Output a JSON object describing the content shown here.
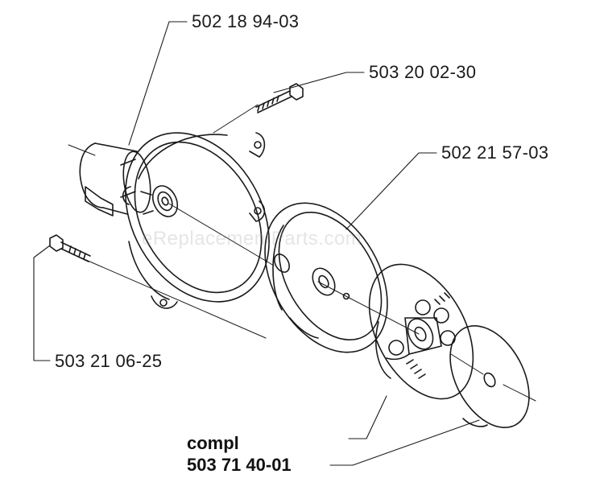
{
  "labels": {
    "housing": "502 18 94-03",
    "screw_top": "503 20 02-30",
    "clutch_drum": "502 21 57-03",
    "screw_left": "503 21 06-25"
  },
  "assembly": {
    "line1": "compl",
    "line2": "503 71 40-01"
  },
  "watermark": "eReplacementParts.com"
}
